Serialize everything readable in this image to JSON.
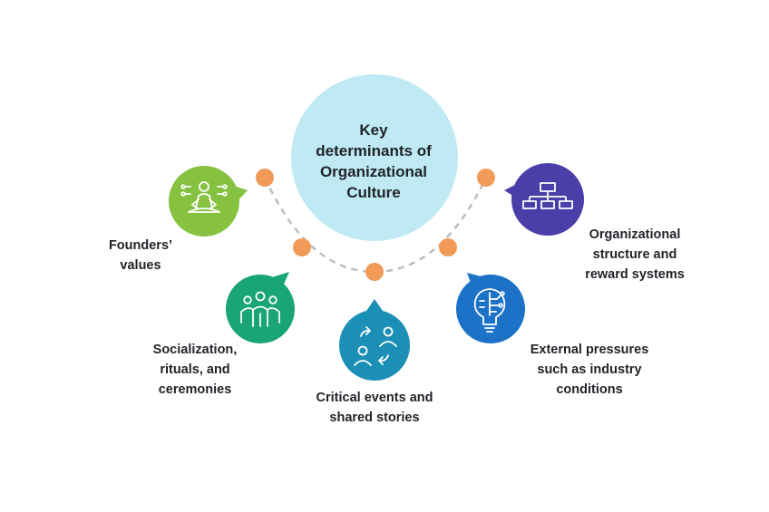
{
  "center": {
    "title_lines": [
      "Key",
      "determinants of",
      "Organizational",
      "Culture"
    ],
    "color": "#bfe9f3"
  },
  "determinants": [
    {
      "id": "founders",
      "lines": [
        "Founders’",
        "values"
      ],
      "color": "#86c240",
      "icon": "meditating-person-icon"
    },
    {
      "id": "socialization",
      "lines": [
        "Socialization,",
        "rituals, and",
        "ceremonies"
      ],
      "color": "#1aa574",
      "icon": "group-of-people-icon"
    },
    {
      "id": "critical",
      "lines": [
        "Critical events and",
        "shared stories"
      ],
      "color": "#1b8fb5",
      "icon": "people-exchange-icon"
    },
    {
      "id": "external",
      "lines": [
        "External pressures",
        "such as industry",
        "conditions"
      ],
      "color": "#1c72c6",
      "icon": "lightbulb-circuit-icon"
    },
    {
      "id": "organizational",
      "lines": [
        "Organizational",
        "structure and",
        "reward systems"
      ],
      "color": "#4a3fa8",
      "icon": "org-chart-icon"
    }
  ],
  "connector": {
    "dot_color": "#f29a58",
    "line_color": "#bdbdbd"
  }
}
